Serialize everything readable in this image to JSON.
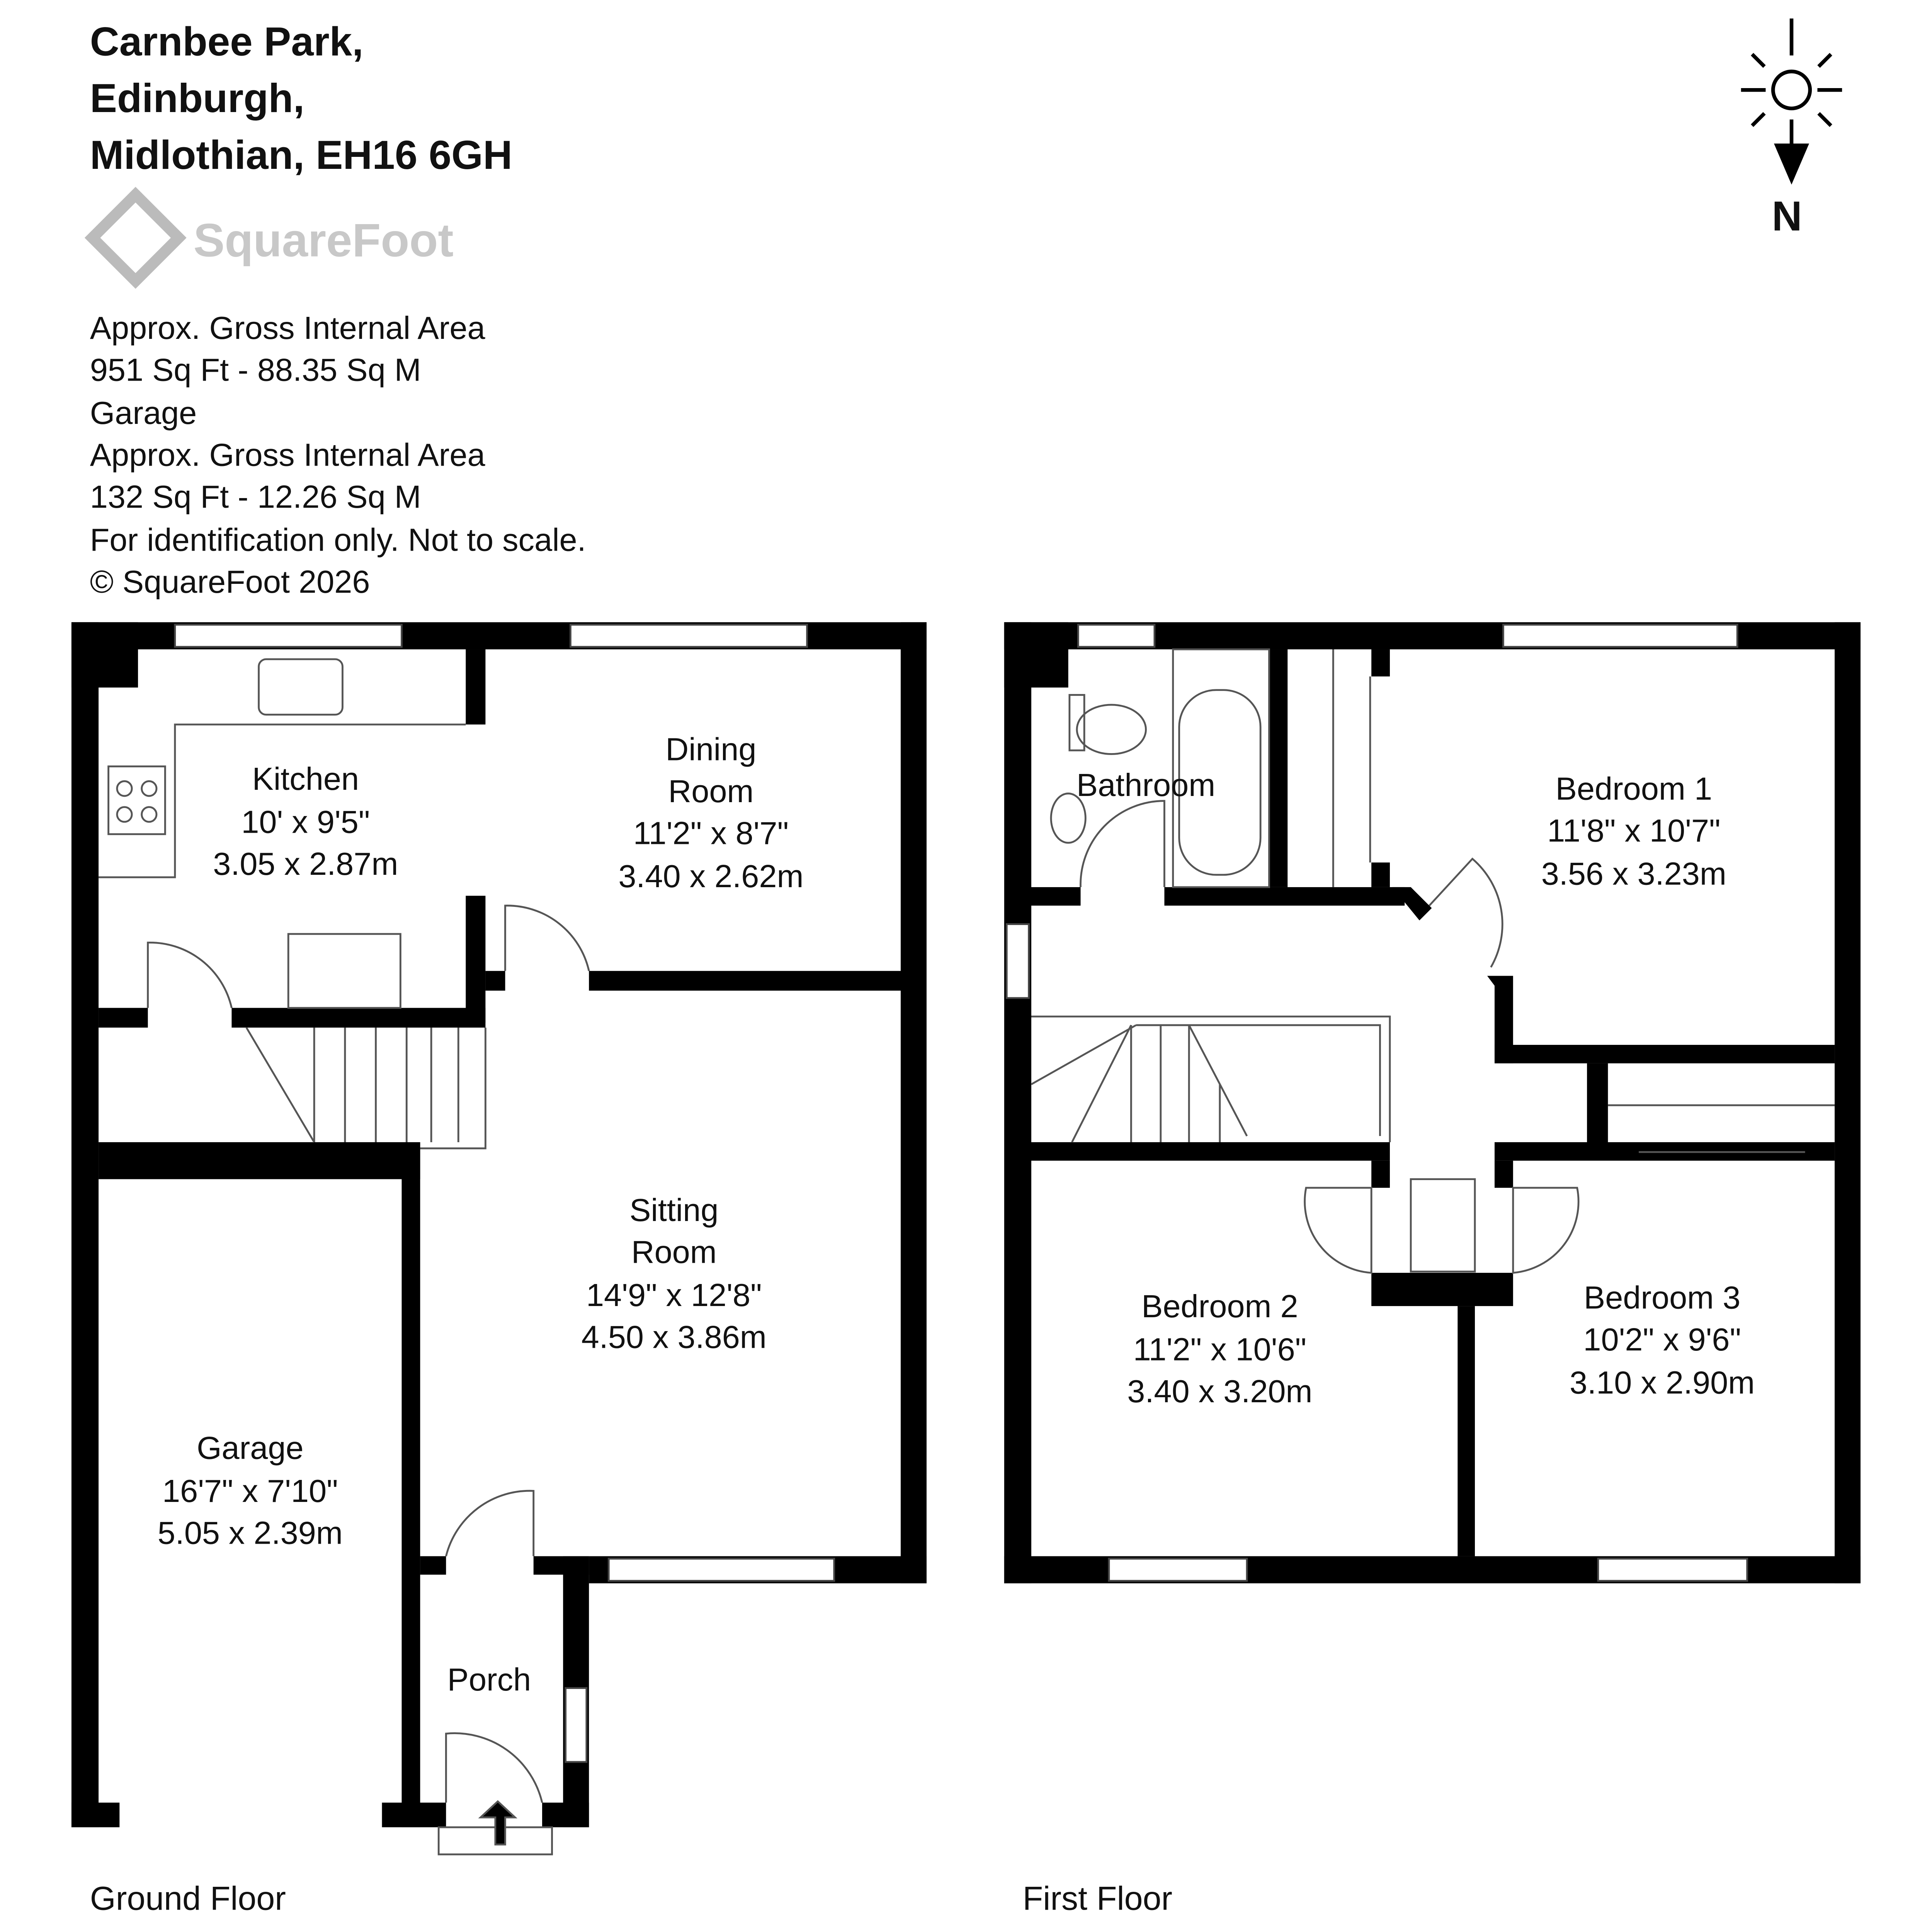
{
  "header": {
    "address_lines": [
      "Carnbee Park,",
      "Edinburgh,",
      "Midlothian, EH16 6GH"
    ],
    "logo_text": "SquareFoot",
    "info_lines": [
      "Approx. Gross Internal Area",
      "951 Sq Ft  -  88.35 Sq M",
      "Garage",
      "Approx. Gross Internal Area",
      "132 Sq Ft  -  12.26 Sq M",
      "For identification only. Not to scale.",
      "© SquareFoot 2026"
    ]
  },
  "compass": {
    "label": "N"
  },
  "ground_floor": {
    "label": "Ground Floor",
    "rooms": {
      "kitchen": [
        "Kitchen",
        "10' x 9'5\"",
        "3.05 x 2.87m"
      ],
      "dining": [
        "Dining",
        "Room",
        "11'2\" x 8'7\"",
        "3.40 x 2.62m"
      ],
      "sitting": [
        "Sitting",
        "Room",
        "14'9\" x 12'8\"",
        "4.50 x 3.86m"
      ],
      "garage": [
        "Garage",
        "16'7\" x 7'10\"",
        "5.05 x 2.39m"
      ],
      "porch": [
        "Porch"
      ]
    }
  },
  "first_floor": {
    "label": "First Floor",
    "rooms": {
      "bathroom": [
        "Bathroom"
      ],
      "bedroom1": [
        "Bedroom 1",
        "11'8\" x 10'7\"",
        "3.56 x 3.23m"
      ],
      "bedroom2": [
        "Bedroom 2",
        "11'2\" x 10'6\"",
        "3.40 x 3.20m"
      ],
      "bedroom3": [
        "Bedroom 3",
        "10'2\" x 9'6\"",
        "3.10 x 2.90m"
      ]
    }
  }
}
